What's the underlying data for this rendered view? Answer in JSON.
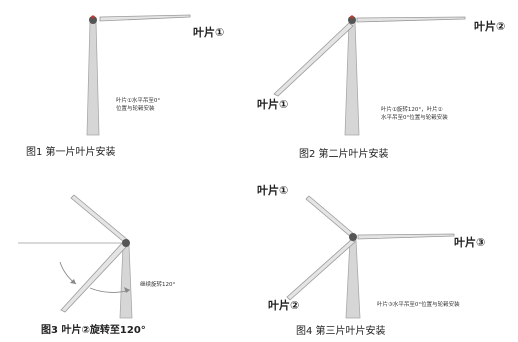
{
  "panels": [
    {
      "caption": "图1 第一片叶片安装",
      "labels": [
        "叶片①"
      ],
      "note_lines": [
        "叶片①水平吊至0°",
        "位置与轮毂安装"
      ]
    },
    {
      "caption": "图2 第二片叶片安装",
      "labels": [
        "叶片②",
        "叶片①"
      ],
      "note_lines": [
        "叶片①旋转120°，叶片②",
        "水平吊至0°位置与轮毂安装"
      ]
    },
    {
      "caption": "图3 叶片②旋转至120°",
      "labels": [],
      "note_lines": [
        "继续旋转120°"
      ]
    },
    {
      "caption": "图4 第三片叶片安装",
      "labels": [
        "叶片①",
        "叶片③",
        "叶片②"
      ],
      "note_lines": [
        "叶片③水平吊至0°位置与轮毂安装"
      ]
    }
  ],
  "colors": {
    "tower": "#d6d6d6",
    "tower_edge": "#a8a8a8",
    "blade": "#9a9a9a",
    "hub": "#555555",
    "hub_accent": "#c0392b",
    "arrow": "#888888"
  }
}
